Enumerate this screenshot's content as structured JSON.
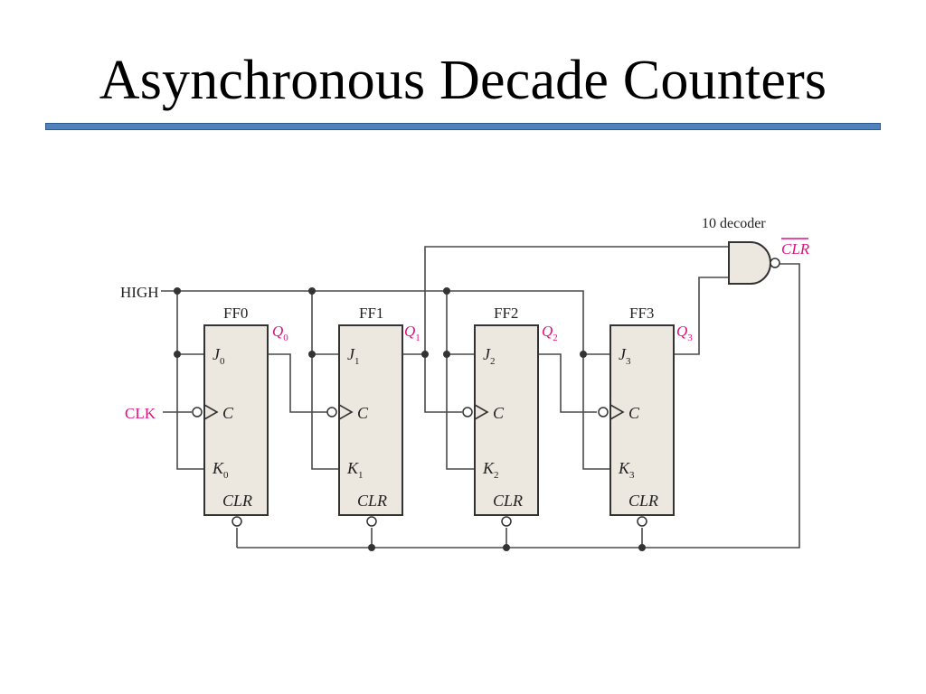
{
  "title": "Asynchronous Decade Counters",
  "inputs": {
    "high": "HIGH",
    "clk": "CLK"
  },
  "decoder": {
    "label": "10 decoder",
    "output": "CLR"
  },
  "flipflops": [
    {
      "name": "FF0",
      "j": "J",
      "k": "K",
      "c": "C",
      "clr": "CLR",
      "index": "0",
      "q": "Q"
    },
    {
      "name": "FF1",
      "j": "J",
      "k": "K",
      "c": "C",
      "clr": "CLR",
      "index": "1",
      "q": "Q"
    },
    {
      "name": "FF2",
      "j": "J",
      "k": "K",
      "c": "C",
      "clr": "CLR",
      "index": "2",
      "q": "Q"
    },
    {
      "name": "FF3",
      "j": "J",
      "k": "K",
      "c": "C",
      "clr": "CLR",
      "index": "3",
      "q": "Q"
    }
  ],
  "colors": {
    "accent": "#e0117f",
    "rule": "#4f81bd",
    "ff_fill": "#ece7df"
  }
}
